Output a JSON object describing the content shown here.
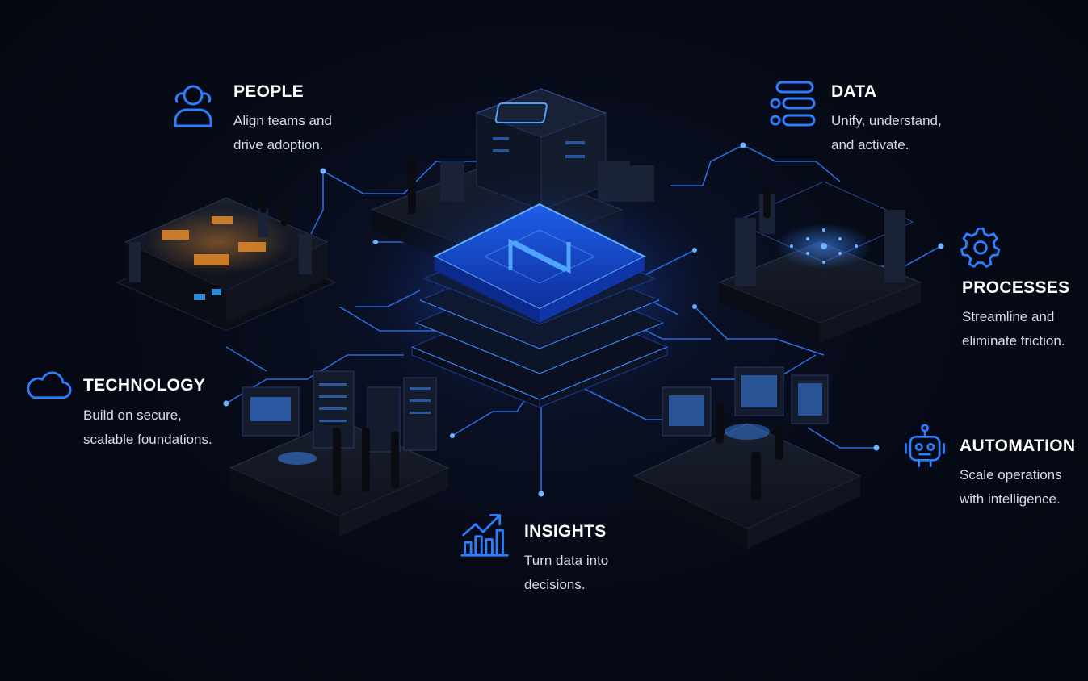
{
  "colors": {
    "accent": "#2f7dff",
    "accent_glow": "#4ea3ff",
    "amber": "#e38a2a",
    "background": "#05070f"
  },
  "pillars": {
    "people": {
      "icon": "people-icon",
      "title": "PEOPLE",
      "desc_line1": "Align teams and",
      "desc_line2": "drive adoption."
    },
    "data": {
      "icon": "data-stack-icon",
      "title": "DATA",
      "desc_line1": "Unify, understand,",
      "desc_line2": "and activate."
    },
    "processes": {
      "icon": "gear-icon",
      "title": "PROCESSES",
      "desc_line1": "Streamline and",
      "desc_line2": "eliminate friction."
    },
    "technology": {
      "icon": "cloud-icon",
      "title": "TECHNOLOGY",
      "desc_line1": "Build on secure,",
      "desc_line2": "scalable foundations."
    },
    "automation": {
      "icon": "robot-icon",
      "title": "AUTOMATION",
      "desc_line1": "Scale operations",
      "desc_line2": "with intelligence."
    },
    "insights": {
      "icon": "chart-growth-icon",
      "title": "INSIGHTS",
      "desc_line1": "Turn data into",
      "desc_line2": "decisions."
    }
  }
}
